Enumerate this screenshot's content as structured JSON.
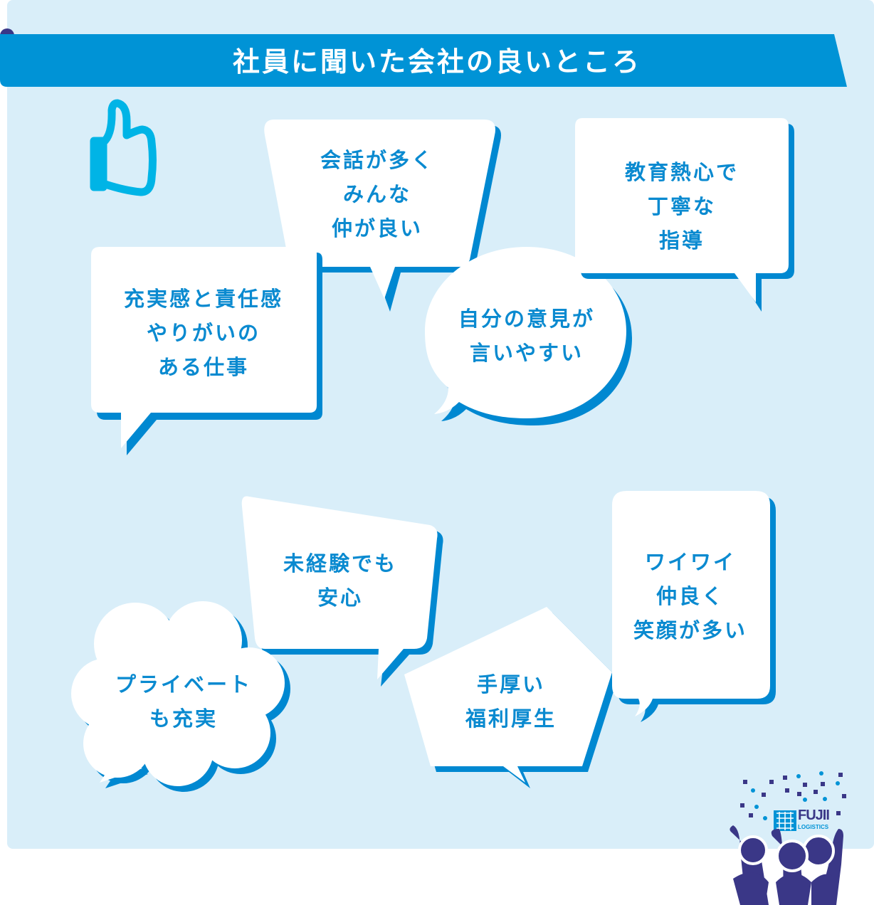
{
  "title": "社員に聞いた会社の良いところ",
  "colors": {
    "background": "#d9eef9",
    "banner": "#0093d6",
    "text": "#0a8ad0",
    "shadow": "#0088d1",
    "accent": "#3a3787"
  },
  "bubbles": [
    {
      "lines": [
        "会話が多く",
        "みんな",
        "仲が良い"
      ]
    },
    {
      "lines": [
        "充実感と責任感",
        "やりがいの",
        "ある仕事"
      ]
    },
    {
      "lines": [
        "自分の意見が",
        "言いやすい"
      ]
    },
    {
      "lines": [
        "教育熱心で",
        "丁寧な",
        "指導"
      ]
    },
    {
      "lines": [
        "未経験でも",
        "安心"
      ]
    },
    {
      "lines": [
        "プライベート",
        "も充実"
      ]
    },
    {
      "lines": [
        "手厚い",
        "福利厚生"
      ]
    },
    {
      "lines": [
        "ワイワイ",
        "仲良く",
        "笑顔が多い"
      ]
    }
  ],
  "logo": {
    "name": "FUJII",
    "sub": "LOGISTICS"
  }
}
